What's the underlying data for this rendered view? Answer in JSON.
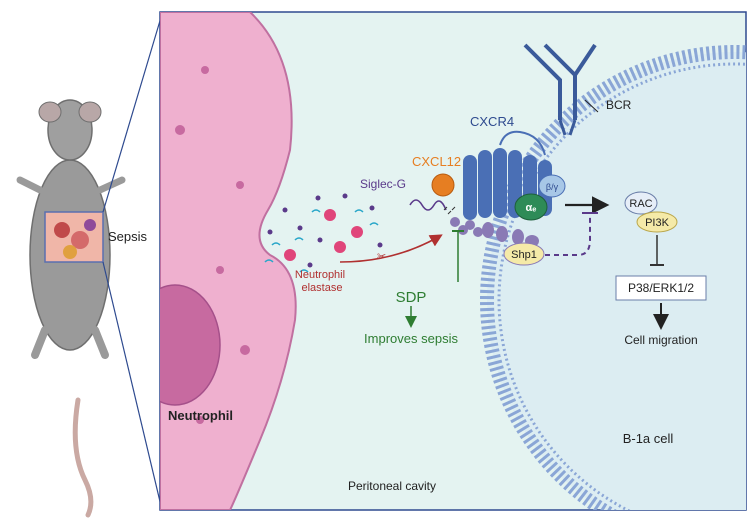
{
  "labels": {
    "sepsis": "Sepsis",
    "neutrophil": "Neutrophil",
    "neutrophil_elastase_line1": "Neutrophil",
    "neutrophil_elastase_line2": "elastase",
    "cxcl12": "CXCL12",
    "cxcr4": "CXCR4",
    "siglec_g": "Siglec-G",
    "bcr": "BCR",
    "galpha": "αₑ",
    "gbetagamma": "β/γ",
    "shp1": "Shp1",
    "sdp": "SDP",
    "improves_sepsis": "Improves sepsis",
    "rac": "RAC",
    "pi3k": "PI3K",
    "p38_erk": "P38/ERK1/2",
    "cell_migration": "Cell migration",
    "b1a_cell": "B-1a cell",
    "peritoneal_cavity": "Peritoneal cavity"
  },
  "colors": {
    "panel_bg": "#e4f3f1",
    "panel_border": "#2e4a8f",
    "neutrophil_fill": "#efb0cf",
    "neutrophil_stroke": "#c070a0",
    "nucleus_fill": "#c76aa0",
    "membrane": "#8aa6d6",
    "cell_interior": "#dcedf2",
    "cxcr4": "#4a6fb5",
    "cxcl12": "#e67e22",
    "g_alpha": "#2e8b57",
    "elastase_arrow": "#b03030",
    "sdp": "#2e7d32",
    "shp1_fill": "#f5eaa8",
    "mouse_body": "#9a9a9a"
  }
}
